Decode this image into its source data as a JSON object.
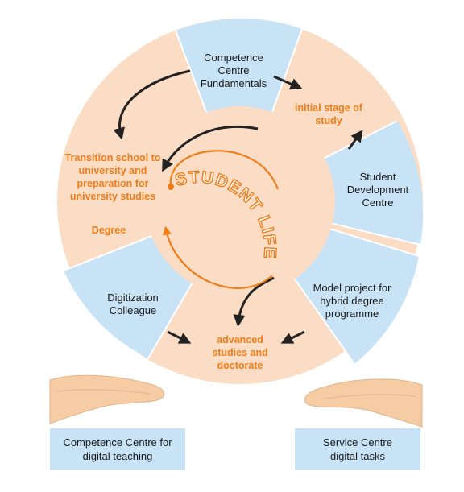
{
  "diagram": {
    "center_title": "STUDENT LIFE CYCLE",
    "segments": {
      "competence_fundamentals": [
        "Competence",
        "Centre",
        "Fundamentals"
      ],
      "student_development": [
        "Student",
        "Development",
        "Centre"
      ],
      "model_project": [
        "Model project for",
        "hybrid degree",
        "programme"
      ],
      "digitization_colleague": [
        "Digitization",
        "Colleague"
      ]
    },
    "stages": {
      "initial_stage": [
        "initial stage of",
        "study"
      ],
      "transition": [
        "Transition school to",
        "university and",
        "preparation for",
        "university studies"
      ],
      "degree": "Degree",
      "advanced": [
        "advanced",
        "studies and",
        "doctorate"
      ]
    },
    "bottom_boxes": {
      "left": [
        "Competence Centre for",
        "digital teaching"
      ],
      "right": [
        "Service Centre",
        "digital tasks"
      ]
    },
    "colors": {
      "peach": "#fbdcc4",
      "blue": "#c7e3f5",
      "orange": "#ef7d1a",
      "arrow": "#222222"
    }
  }
}
